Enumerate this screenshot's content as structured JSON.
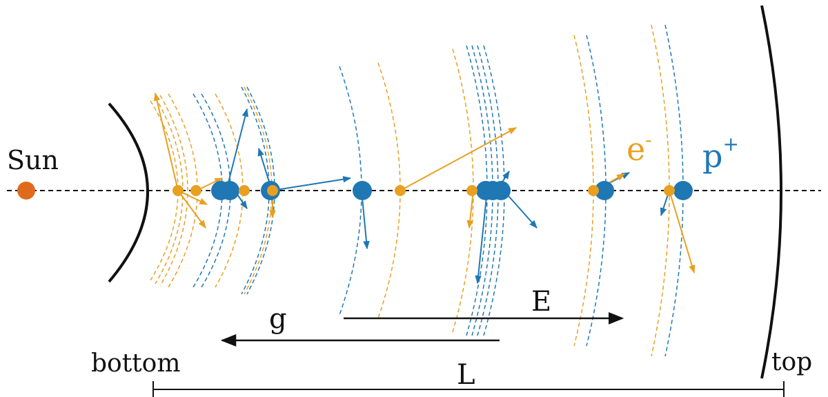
{
  "labels": {
    "sun": "Sun",
    "electron_base": "e",
    "electron_sup": "-",
    "proton_base": "p",
    "proton_sup": "+",
    "gravity": "g",
    "electric_field": "E",
    "length": "L",
    "bottom": "bottom",
    "top": "top"
  },
  "colors": {
    "sun": "#e06a1c",
    "electron": "#e8a020",
    "proton": "#1f77b4",
    "line": "#111111"
  },
  "particles": {
    "electron_count": 9,
    "proton_count": 9
  }
}
